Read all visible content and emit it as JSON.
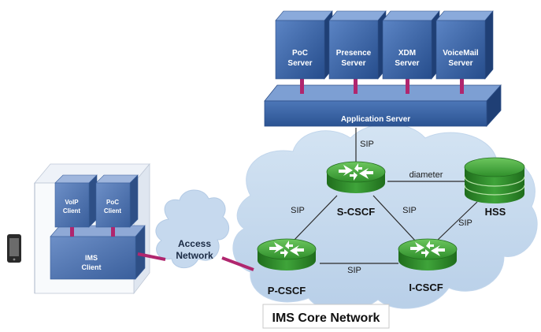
{
  "servers": [
    {
      "line1": "PoC",
      "line2": "Server"
    },
    {
      "line1": "Presence",
      "line2": "Server"
    },
    {
      "line1": "XDM",
      "line2": "Server"
    },
    {
      "line1": "VoiceMail",
      "line2": "Server"
    }
  ],
  "application_server": "Application Server",
  "client_device": {
    "voip_client": {
      "line1": "VoIP",
      "line2": "Client"
    },
    "poc_client": {
      "line1": "PoC",
      "line2": "Client"
    },
    "ims_client": {
      "line1": "IMS",
      "line2": "Client"
    }
  },
  "access_network": {
    "line1": "Access",
    "line2": "Network"
  },
  "nodes": {
    "s_cscf": "S-CSCF",
    "p_cscf": "P-CSCF",
    "i_cscf": "I-CSCF",
    "hss": "HSS"
  },
  "links": {
    "as_to_scscf": "SIP",
    "scscf_to_pcscf": "SIP",
    "scscf_to_icscf": "SIP",
    "pcscf_to_icscf": "SIP",
    "icscf_to_hss": "SIP",
    "scscf_to_hss": "diameter"
  },
  "core_network_label": "IMS Core Network",
  "colors": {
    "server_blue": "#3f67a8",
    "cloud": "#c9dcef",
    "router_green": "#3fa43a",
    "connector": "#b0266e"
  }
}
